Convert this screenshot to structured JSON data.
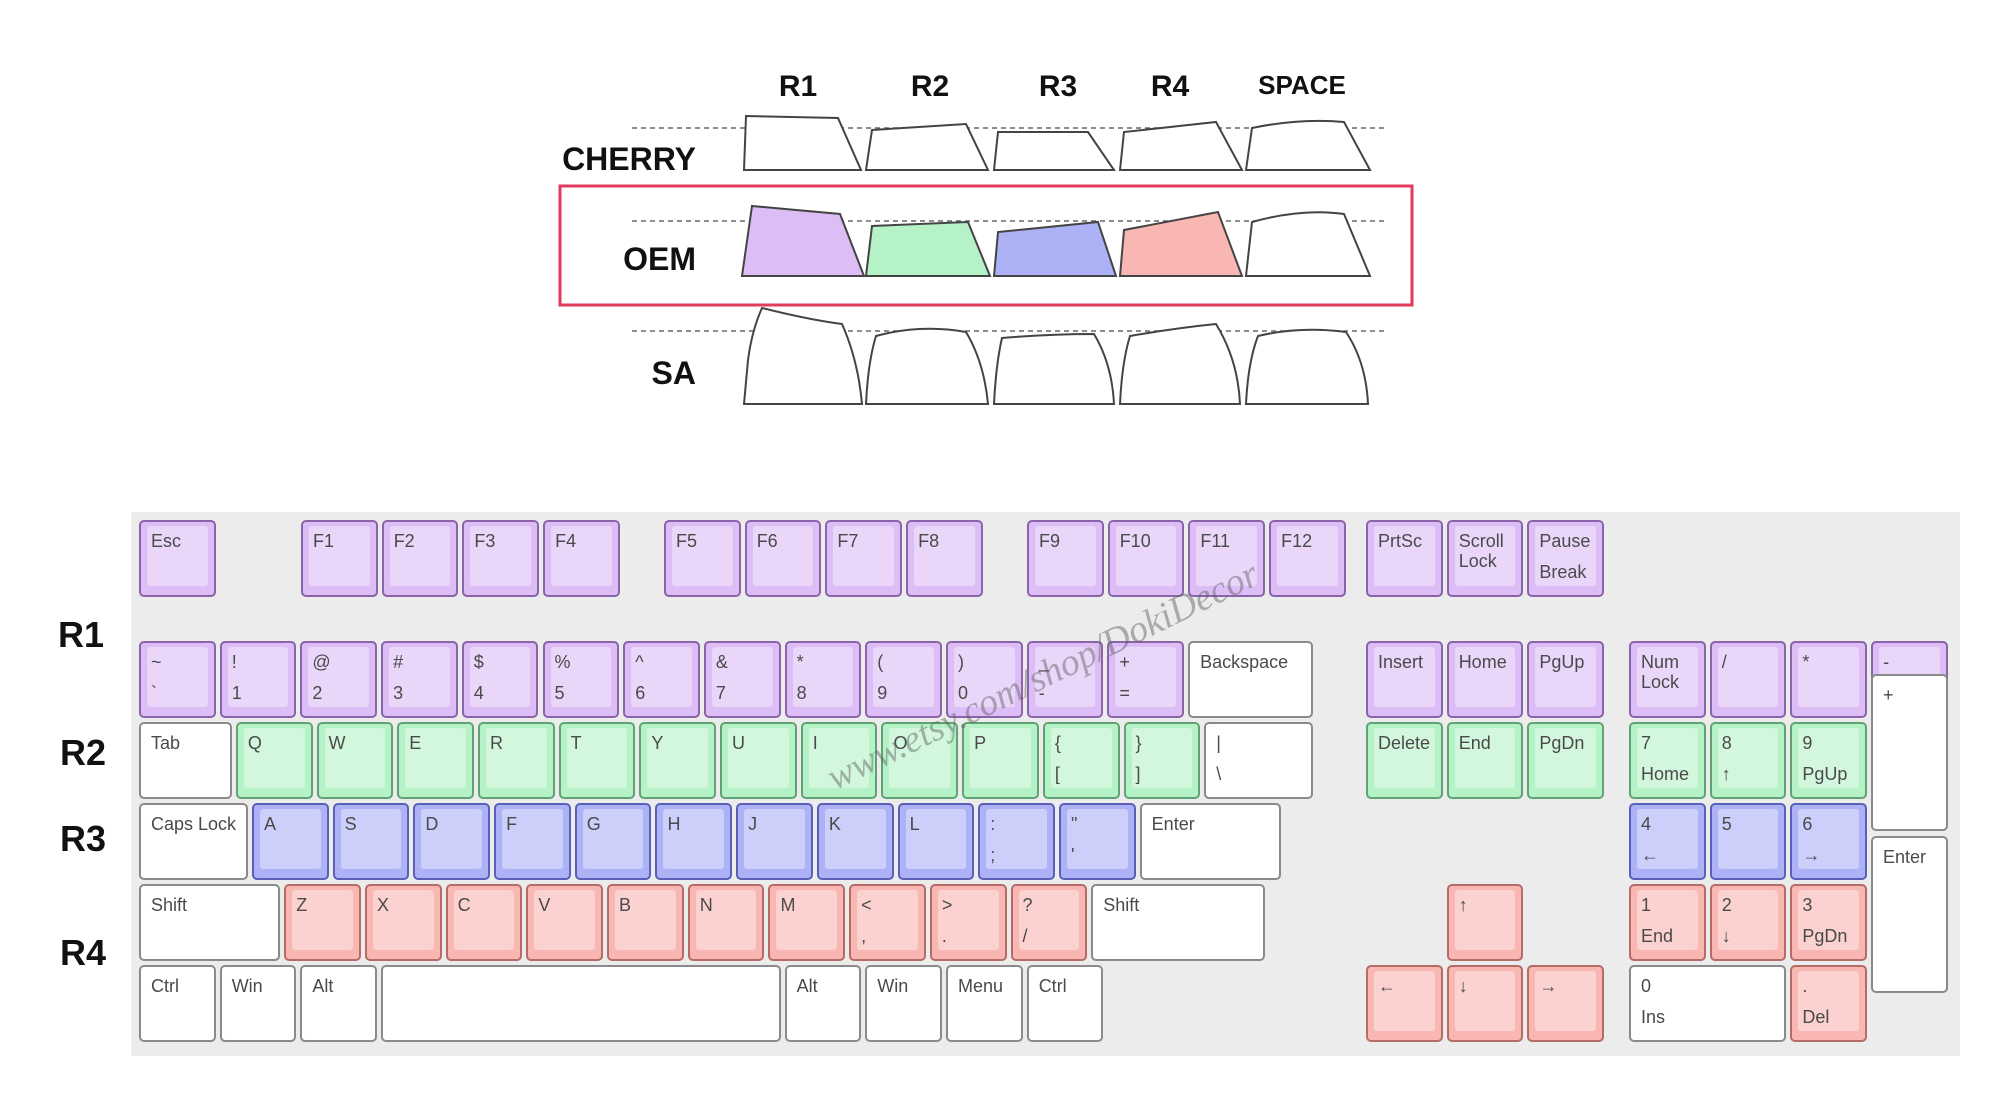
{
  "profile_chart": {
    "columns": [
      "R1",
      "R2",
      "R3",
      "R4",
      "SPACE"
    ],
    "rows": [
      {
        "name": "CHERRY",
        "highlighted": false
      },
      {
        "name": "OEM",
        "highlighted": true
      },
      {
        "name": "SA",
        "highlighted": false
      }
    ],
    "highlight_color": "#e23a5c",
    "oem_colors": [
      "#dcbdf6",
      "#b6f2c8",
      "#adb2f7",
      "#f8b7b2",
      "#ffffff"
    ]
  },
  "row_labels": [
    "R1",
    "R2",
    "R3",
    "R4"
  ],
  "colors": {
    "R1": "#dcbdf6",
    "R2": "#b6f2c8",
    "R3": "#adb2f7",
    "R4": "#f8b7b2",
    "other": "#ffffff"
  },
  "keys": [
    {
      "id": "esc",
      "t": "Esc",
      "b": "",
      "c": "p"
    },
    {
      "id": "f1",
      "t": "F1",
      "b": "",
      "c": "p"
    },
    {
      "id": "f2",
      "t": "F2",
      "b": "",
      "c": "p"
    },
    {
      "id": "f3",
      "t": "F3",
      "b": "",
      "c": "p"
    },
    {
      "id": "f4",
      "t": "F4",
      "b": "",
      "c": "p"
    },
    {
      "id": "f5",
      "t": "F5",
      "b": "",
      "c": "p"
    },
    {
      "id": "f6",
      "t": "F6",
      "b": "",
      "c": "p"
    },
    {
      "id": "f7",
      "t": "F7",
      "b": "",
      "c": "p"
    },
    {
      "id": "f8",
      "t": "F8",
      "b": "",
      "c": "p"
    },
    {
      "id": "f9",
      "t": "F9",
      "b": "",
      "c": "p"
    },
    {
      "id": "f10",
      "t": "F10",
      "b": "",
      "c": "p"
    },
    {
      "id": "f11",
      "t": "F11",
      "b": "",
      "c": "p"
    },
    {
      "id": "f12",
      "t": "F12",
      "b": "",
      "c": "p"
    },
    {
      "id": "prtsc",
      "t": "PrtSc",
      "b": "",
      "c": "p"
    },
    {
      "id": "scroll-lock",
      "t": "Scroll\nLock",
      "b": "",
      "c": "p"
    },
    {
      "id": "pause",
      "t": "Pause",
      "b": "Break",
      "c": "p"
    },
    {
      "id": "tilde",
      "t": "~",
      "b": "`",
      "c": "p"
    },
    {
      "id": "1",
      "t": "!",
      "b": "1",
      "c": "p"
    },
    {
      "id": "2",
      "t": "@",
      "b": "2",
      "c": "p"
    },
    {
      "id": "3",
      "t": "#",
      "b": "3",
      "c": "p"
    },
    {
      "id": "4",
      "t": "$",
      "b": "4",
      "c": "p"
    },
    {
      "id": "5",
      "t": "%",
      "b": "5",
      "c": "p"
    },
    {
      "id": "6",
      "t": "^",
      "b": "6",
      "c": "p"
    },
    {
      "id": "7",
      "t": "&",
      "b": "7",
      "c": "p"
    },
    {
      "id": "8",
      "t": "*",
      "b": "8",
      "c": "p"
    },
    {
      "id": "9",
      "t": "(",
      "b": "9",
      "c": "p"
    },
    {
      "id": "0",
      "t": ")",
      "b": "0",
      "c": "p"
    },
    {
      "id": "minus",
      "t": "_",
      "b": "-",
      "c": "p"
    },
    {
      "id": "equal",
      "t": "+",
      "b": "=",
      "c": "p"
    },
    {
      "id": "backspace",
      "t": "Backspace",
      "b": "",
      "c": "w"
    },
    {
      "id": "insert",
      "t": "Insert",
      "b": "",
      "c": "p"
    },
    {
      "id": "home",
      "t": "Home",
      "b": "",
      "c": "p"
    },
    {
      "id": "pgup",
      "t": "PgUp",
      "b": "",
      "c": "p"
    },
    {
      "id": "numlock",
      "t": "Num\nLock",
      "b": "",
      "c": "p"
    },
    {
      "id": "np-slash",
      "t": "/",
      "b": "",
      "c": "p"
    },
    {
      "id": "np-star",
      "t": "*",
      "b": "",
      "c": "p"
    },
    {
      "id": "np-minus",
      "t": "-",
      "b": "",
      "c": "p"
    },
    {
      "id": "tab",
      "t": "Tab",
      "b": "",
      "c": "w"
    },
    {
      "id": "q",
      "t": "Q",
      "b": "",
      "c": "g"
    },
    {
      "id": "w",
      "t": "W",
      "b": "",
      "c": "g"
    },
    {
      "id": "e",
      "t": "E",
      "b": "",
      "c": "g"
    },
    {
      "id": "r",
      "t": "R",
      "b": "",
      "c": "g"
    },
    {
      "id": "t",
      "t": "T",
      "b": "",
      "c": "g"
    },
    {
      "id": "y",
      "t": "Y",
      "b": "",
      "c": "g"
    },
    {
      "id": "u",
      "t": "U",
      "b": "",
      "c": "g"
    },
    {
      "id": "i",
      "t": "I",
      "b": "",
      "c": "g"
    },
    {
      "id": "o",
      "t": "O",
      "b": "",
      "c": "g"
    },
    {
      "id": "p",
      "t": "P",
      "b": "",
      "c": "g"
    },
    {
      "id": "lbracket",
      "t": "{",
      "b": "[",
      "c": "g"
    },
    {
      "id": "rbracket",
      "t": "}",
      "b": "]",
      "c": "g"
    },
    {
      "id": "backslash",
      "t": "|",
      "b": "\\",
      "c": "w"
    },
    {
      "id": "delete",
      "t": "Delete",
      "b": "",
      "c": "g"
    },
    {
      "id": "end",
      "t": "End",
      "b": "",
      "c": "g"
    },
    {
      "id": "pgdn",
      "t": "PgDn",
      "b": "",
      "c": "g"
    },
    {
      "id": "np7",
      "t": "7",
      "b": "Home",
      "c": "g"
    },
    {
      "id": "np8",
      "t": "8",
      "b": "↑",
      "c": "g"
    },
    {
      "id": "np9",
      "t": "9",
      "b": "PgUp",
      "c": "g"
    },
    {
      "id": "np-plus",
      "t": "+",
      "b": "",
      "c": "w"
    },
    {
      "id": "capslock",
      "t": "Caps Lock",
      "b": "",
      "c": "w"
    },
    {
      "id": "a",
      "t": "A",
      "b": "",
      "c": "b"
    },
    {
      "id": "s",
      "t": "S",
      "b": "",
      "c": "b"
    },
    {
      "id": "d",
      "t": "D",
      "b": "",
      "c": "b"
    },
    {
      "id": "f",
      "t": "F",
      "b": "",
      "c": "b"
    },
    {
      "id": "g",
      "t": "G",
      "b": "",
      "c": "b"
    },
    {
      "id": "h",
      "t": "H",
      "b": "",
      "c": "b"
    },
    {
      "id": "j",
      "t": "J",
      "b": "",
      "c": "b"
    },
    {
      "id": "k",
      "t": "K",
      "b": "",
      "c": "b"
    },
    {
      "id": "l",
      "t": "L",
      "b": "",
      "c": "b"
    },
    {
      "id": "semicolon",
      "t": ":",
      "b": ";",
      "c": "b"
    },
    {
      "id": "quote",
      "t": "\"",
      "b": "'",
      "c": "b"
    },
    {
      "id": "enter",
      "t": "Enter",
      "b": "",
      "c": "w"
    },
    {
      "id": "np4",
      "t": "4",
      "b": "←",
      "c": "b"
    },
    {
      "id": "np5",
      "t": "5",
      "b": "",
      "c": "b"
    },
    {
      "id": "np6",
      "t": "6",
      "b": "→",
      "c": "b"
    },
    {
      "id": "lshift",
      "t": "Shift",
      "b": "",
      "c": "w"
    },
    {
      "id": "z",
      "t": "Z",
      "b": "",
      "c": "r"
    },
    {
      "id": "x",
      "t": "X",
      "b": "",
      "c": "r"
    },
    {
      "id": "c",
      "t": "C",
      "b": "",
      "c": "r"
    },
    {
      "id": "v",
      "t": "V",
      "b": "",
      "c": "r"
    },
    {
      "id": "bkey",
      "t": "B",
      "b": "",
      "c": "r"
    },
    {
      "id": "n",
      "t": "N",
      "b": "",
      "c": "r"
    },
    {
      "id": "m",
      "t": "M",
      "b": "",
      "c": "r"
    },
    {
      "id": "comma",
      "t": "<",
      "b": ",",
      "c": "r"
    },
    {
      "id": "period",
      "t": ">",
      "b": ".",
      "c": "r"
    },
    {
      "id": "slash",
      "t": "?",
      "b": "/",
      "c": "r"
    },
    {
      "id": "rshift",
      "t": "Shift",
      "b": "",
      "c": "w"
    },
    {
      "id": "up",
      "t": "↑",
      "b": "",
      "c": "r"
    },
    {
      "id": "np1",
      "t": "1",
      "b": "End",
      "c": "r"
    },
    {
      "id": "np2",
      "t": "2",
      "b": "↓",
      "c": "r"
    },
    {
      "id": "np3",
      "t": "3",
      "b": "PgDn",
      "c": "r"
    },
    {
      "id": "np-enter",
      "t": "Enter",
      "b": "",
      "c": "w"
    },
    {
      "id": "lctrl",
      "t": "Ctrl",
      "b": "",
      "c": "w"
    },
    {
      "id": "lwin",
      "t": "Win",
      "b": "",
      "c": "w"
    },
    {
      "id": "lalt",
      "t": "Alt",
      "b": "",
      "c": "w"
    },
    {
      "id": "space",
      "t": "",
      "b": "",
      "c": "w"
    },
    {
      "id": "ralt",
      "t": "Alt",
      "b": "",
      "c": "w"
    },
    {
      "id": "rwin",
      "t": "Win",
      "b": "",
      "c": "w"
    },
    {
      "id": "menu",
      "t": "Menu",
      "b": "",
      "c": "w"
    },
    {
      "id": "rctrl",
      "t": "Ctrl",
      "b": "",
      "c": "w"
    },
    {
      "id": "left",
      "t": "←",
      "b": "",
      "c": "r"
    },
    {
      "id": "down",
      "t": "↓",
      "b": "",
      "c": "r"
    },
    {
      "id": "right",
      "t": "→",
      "b": "",
      "c": "r"
    },
    {
      "id": "np0",
      "t": "0",
      "b": "Ins",
      "c": "w"
    },
    {
      "id": "np-dot",
      "t": ".",
      "b": "Del",
      "c": "r"
    }
  ],
  "watermark": "www.etsy.com/shop/DokiDecor"
}
